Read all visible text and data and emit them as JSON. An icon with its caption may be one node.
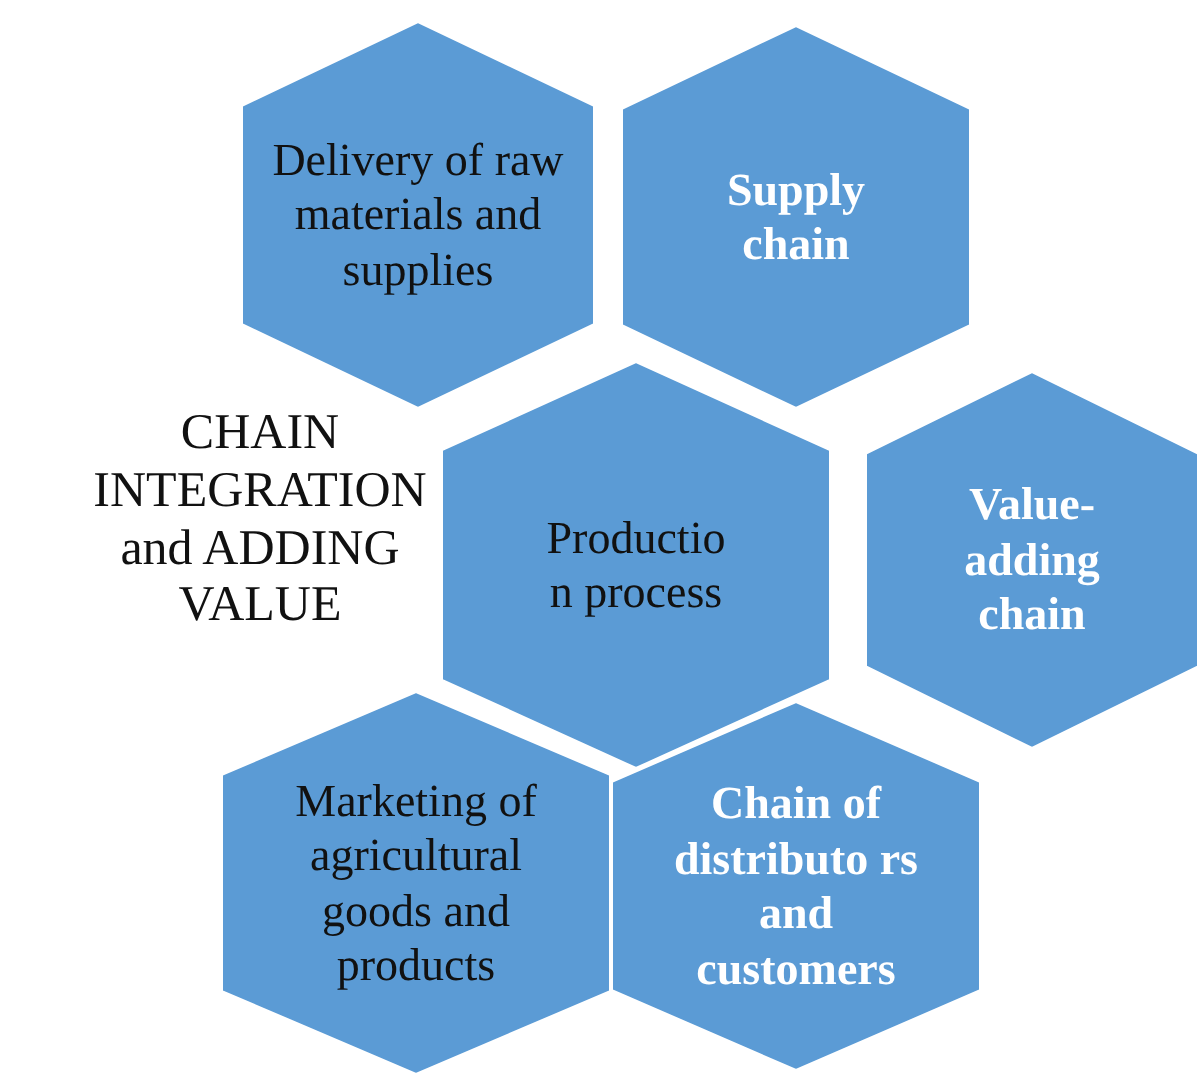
{
  "diagram": {
    "nodes": [
      {
        "text": [
          "Delivery of raw materials and supplies"
        ]
      },
      {
        "text": [
          "Supply chain"
        ]
      },
      {
        "text": [
          "Productio n process"
        ]
      },
      {
        "text": [
          "Value-adding chain"
        ]
      },
      {
        "text": [
          "Marketing of agricultural goods and products"
        ]
      },
      {
        "text": [
          "Chain of distributo rs and customers"
        ]
      }
    ],
    "labels": [
      "CHAIN INTEGRATION and ADDING VALUE"
    ]
  }
}
